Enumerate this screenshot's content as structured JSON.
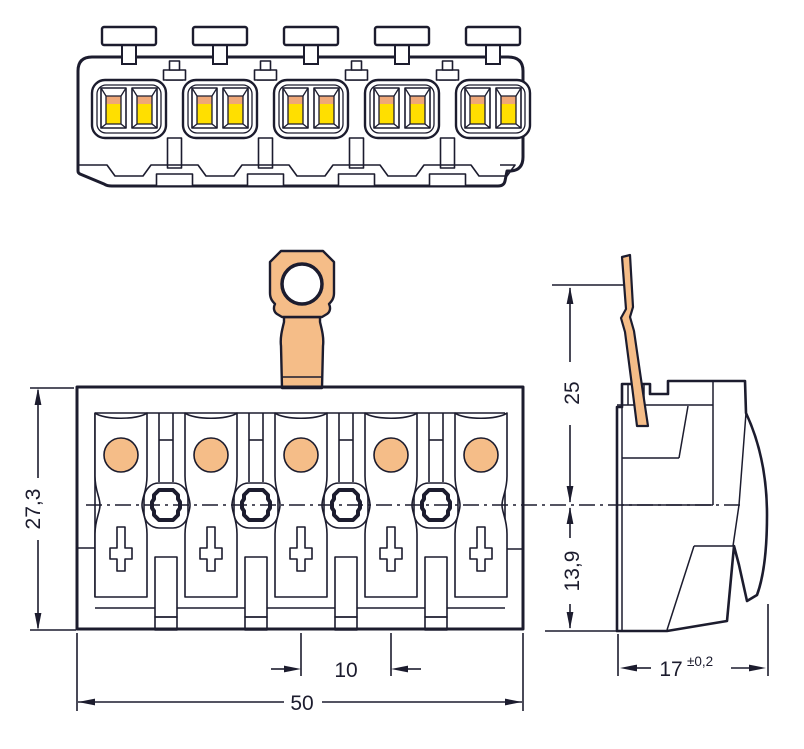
{
  "drawing": {
    "type": "technical-dimension-drawing",
    "pole_count": 5,
    "views": {
      "top": "top-view",
      "front": "front-view",
      "side": "side-view"
    },
    "dimensions": {
      "height": "27,3",
      "width": "50",
      "pitch": "10",
      "tab_top_to_center": "25",
      "center_to_bottom": "13,9",
      "depth": "17",
      "depth_tolerance": "±0,2"
    },
    "colors": {
      "line": "#1c1c2e",
      "copper": "#f5bd88",
      "copper_strip": "#efa878",
      "yellow": "#ffdf00",
      "background": "#ffffff"
    }
  }
}
